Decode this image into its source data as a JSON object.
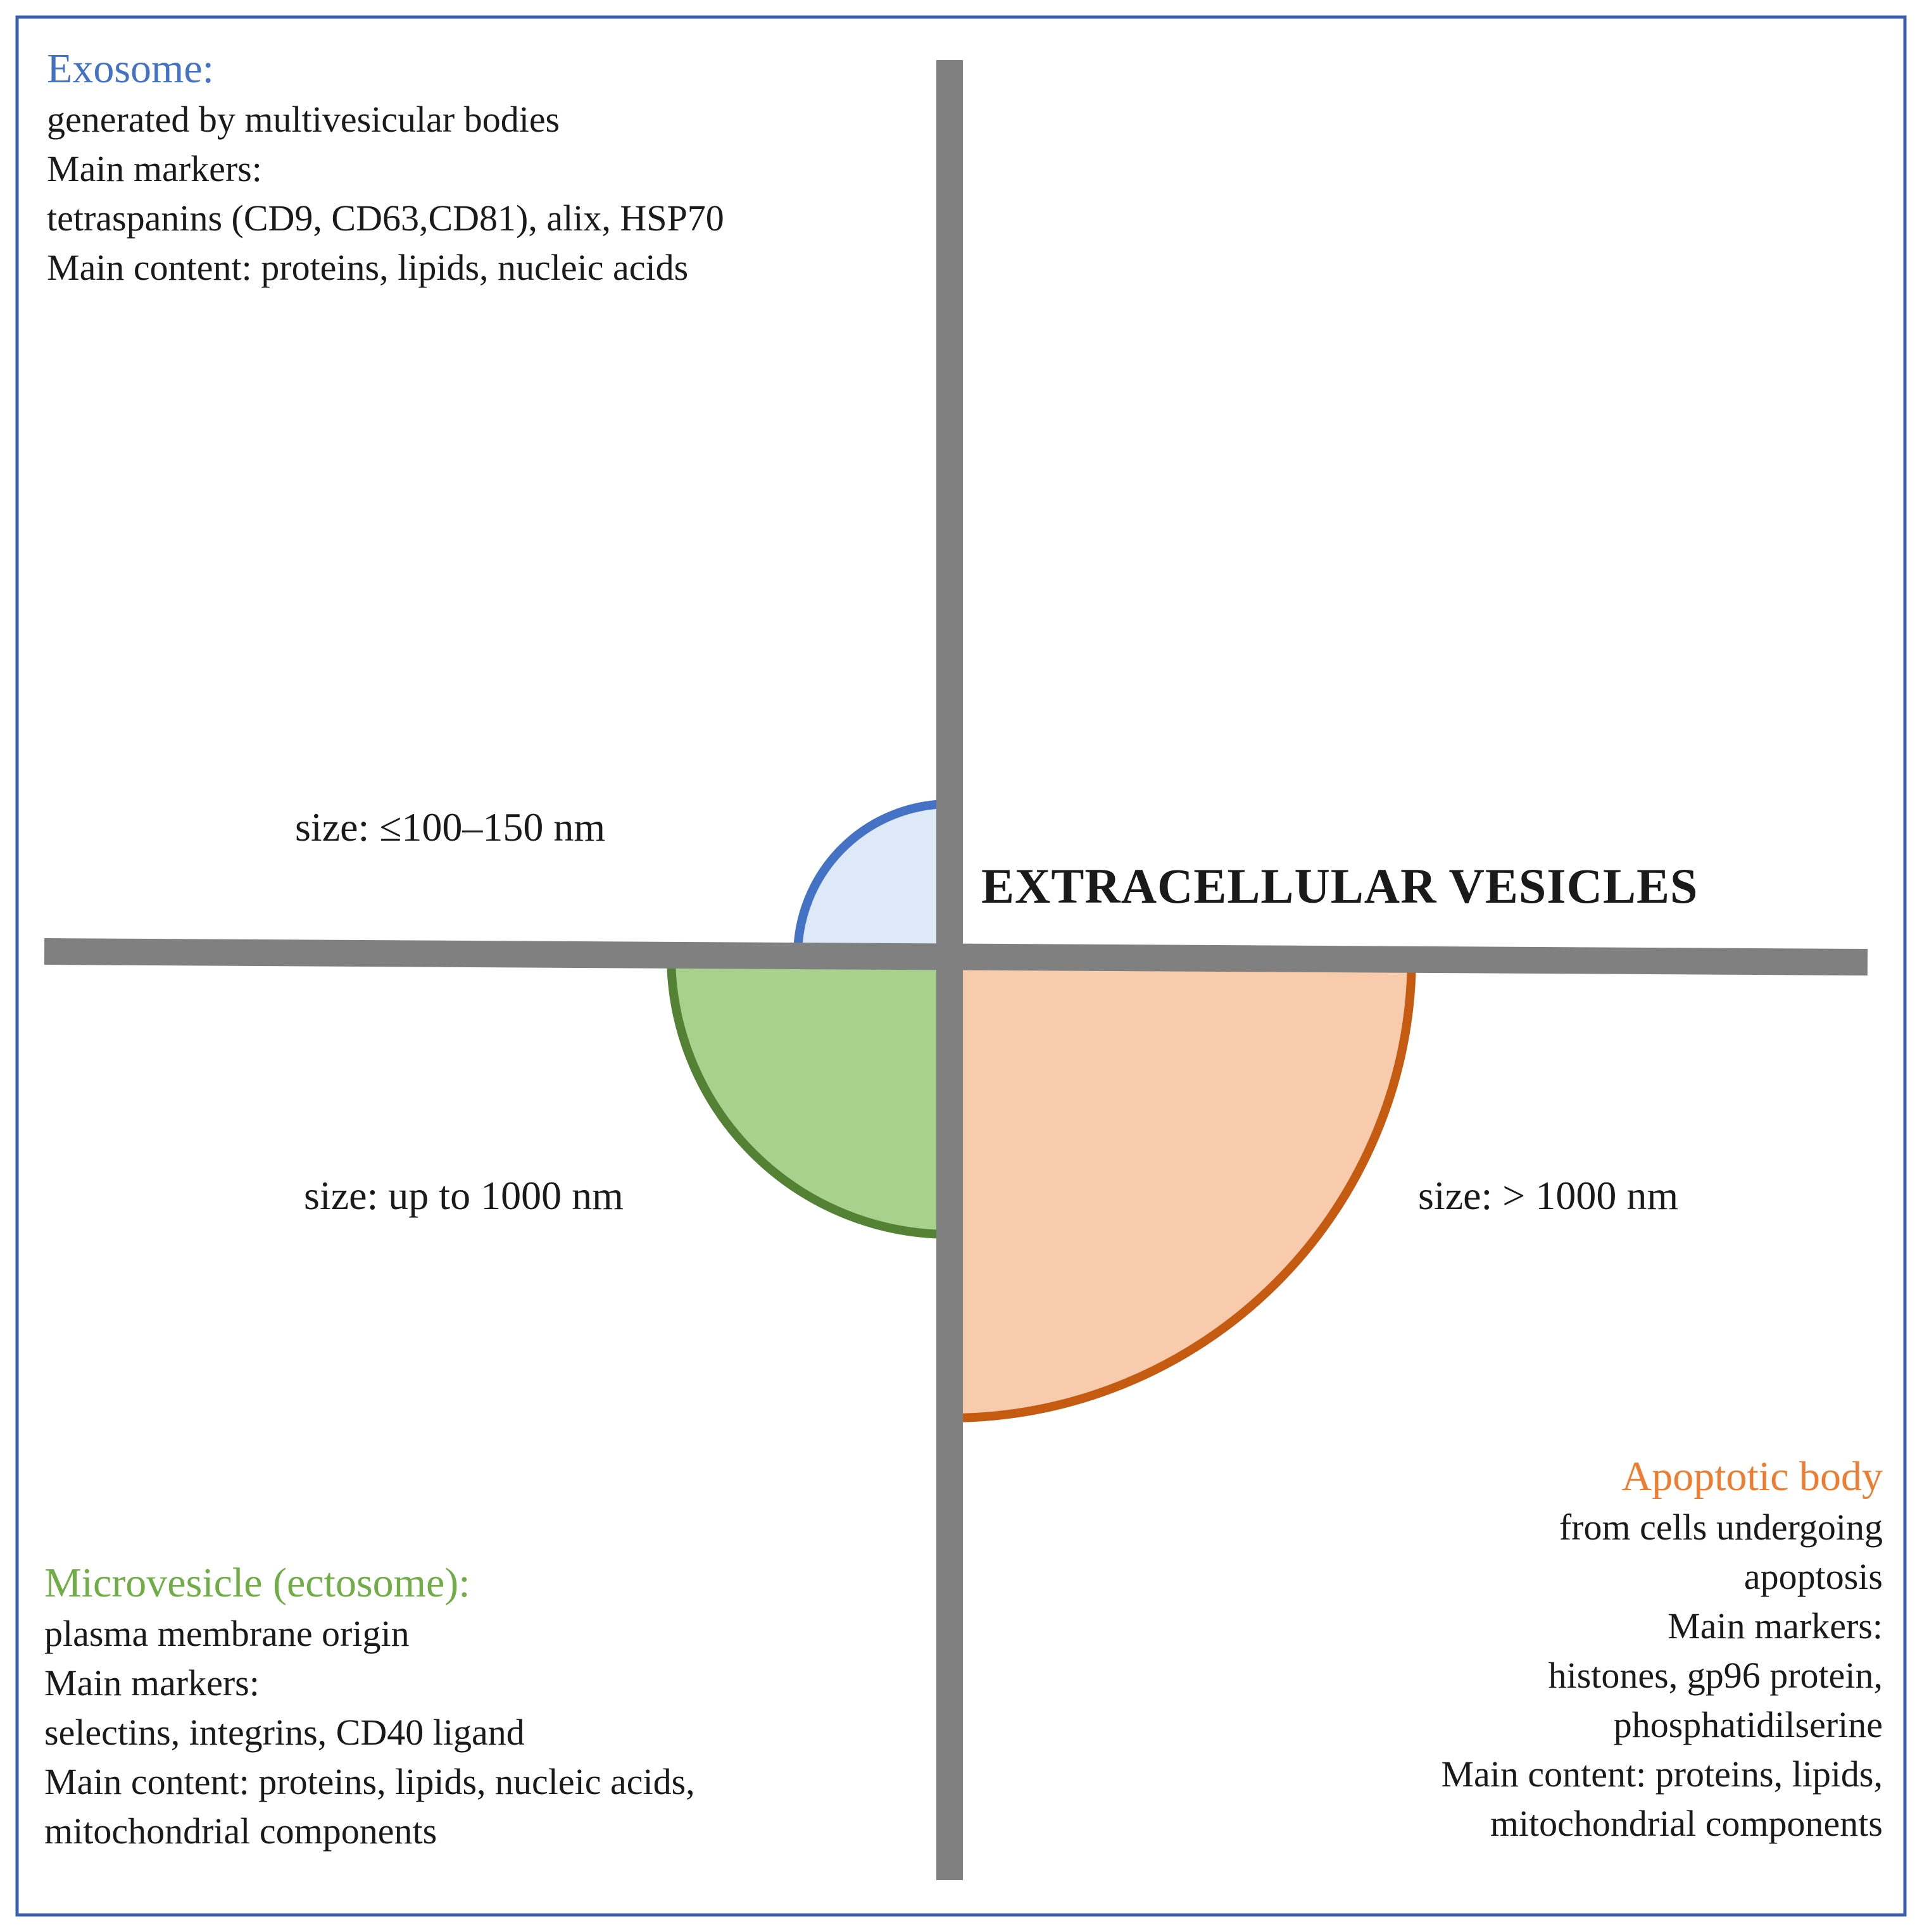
{
  "diagram": {
    "title": "EXTRACELLULAR VESICLES",
    "colors": {
      "border": "#3a5ea8",
      "axis": "#808080",
      "exosome_fill": "#dde9f6",
      "exosome_stroke": "#4472c4",
      "exosome_text": "#4472c4",
      "microvesicle_fill": "#a9d18e",
      "microvesicle_stroke": "#548235",
      "microvesicle_text": "#70ad47",
      "apoptotic_fill": "#f8cbad",
      "apoptotic_stroke": "#c55a11",
      "apoptotic_text": "#ed7d31"
    },
    "exosome": {
      "name": "Exosome:",
      "lines": [
        "generated by multivesicular bodies",
        "Main markers:",
        "tetraspanins (CD9, CD63,CD81), alix, HSP70",
        "Main content: proteins, lipids,  nucleic acids"
      ],
      "size": "size: ≤100–150 nm"
    },
    "microvesicle": {
      "name": "Microvesicle (ectosome):",
      "lines": [
        "plasma membrane origin",
        "Main markers:",
        "selectins, integrins, CD40 ligand",
        "Main content: proteins, lipids,  nucleic acids,",
        "mitochondrial  components"
      ],
      "size": "size: up to 1000 nm"
    },
    "apoptotic": {
      "name": "Apoptotic body",
      "lines": [
        "from cells undergoing",
        "apoptosis",
        "Main markers:",
        "histones, gp96 protein,",
        "phosphatidilserine",
        "Main content: proteins, lipids,",
        "mitochondrial  components"
      ],
      "size": "size: > 1000 nm"
    }
  }
}
